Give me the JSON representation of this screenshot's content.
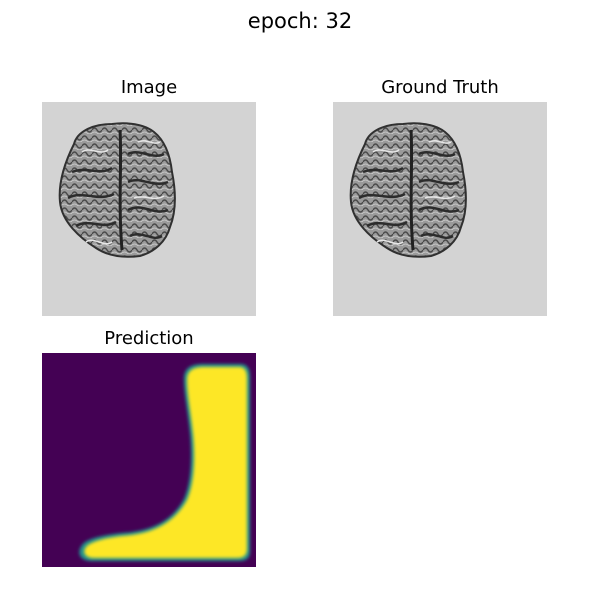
{
  "figure": {
    "suptitle": "epoch: 32"
  },
  "panels": {
    "image": {
      "title": "Image",
      "background_color": "#d3d3d3"
    },
    "ground_truth": {
      "title": "Ground Truth",
      "background_color": "#d3d3d3"
    },
    "prediction": {
      "title": "Prediction",
      "colormap": "viridis",
      "low_color": "#440154",
      "high_color": "#fde725"
    }
  }
}
